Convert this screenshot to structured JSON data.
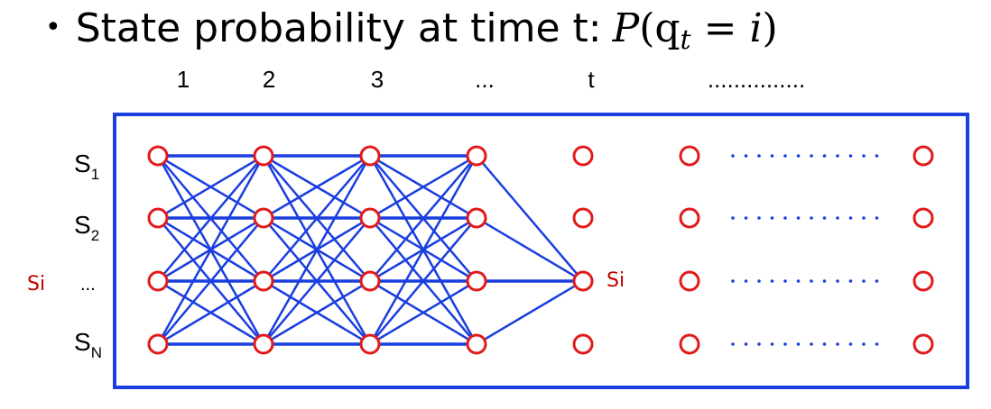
{
  "heading": {
    "bullet": "•",
    "text": "State probability at time t:",
    "formula_p": "P",
    "formula_open": "(",
    "formula_q": "q",
    "formula_sub": "t",
    "formula_eq": " = ",
    "formula_i": "i",
    "formula_close": ")"
  },
  "column_labels": [
    "1",
    "2",
    "3",
    "...",
    "t",
    "..............."
  ],
  "row_labels": {
    "s1": "S",
    "s1_sub": "1",
    "s2": "S",
    "s2_sub": "2",
    "dots": "...",
    "sn": "S",
    "sn_sub": "N"
  },
  "si_left": "Si",
  "si_right": "Si",
  "colors": {
    "frame": "#1a3ee0",
    "edges": "#1a3ee0",
    "nodes": "#e21a1a",
    "si_text": "#c00000",
    "ellipsis_dots": "#1a3ee0"
  },
  "lattice": {
    "fully_connected_columns": 4,
    "converging_target": "Si at time t",
    "states_per_column": 4
  }
}
